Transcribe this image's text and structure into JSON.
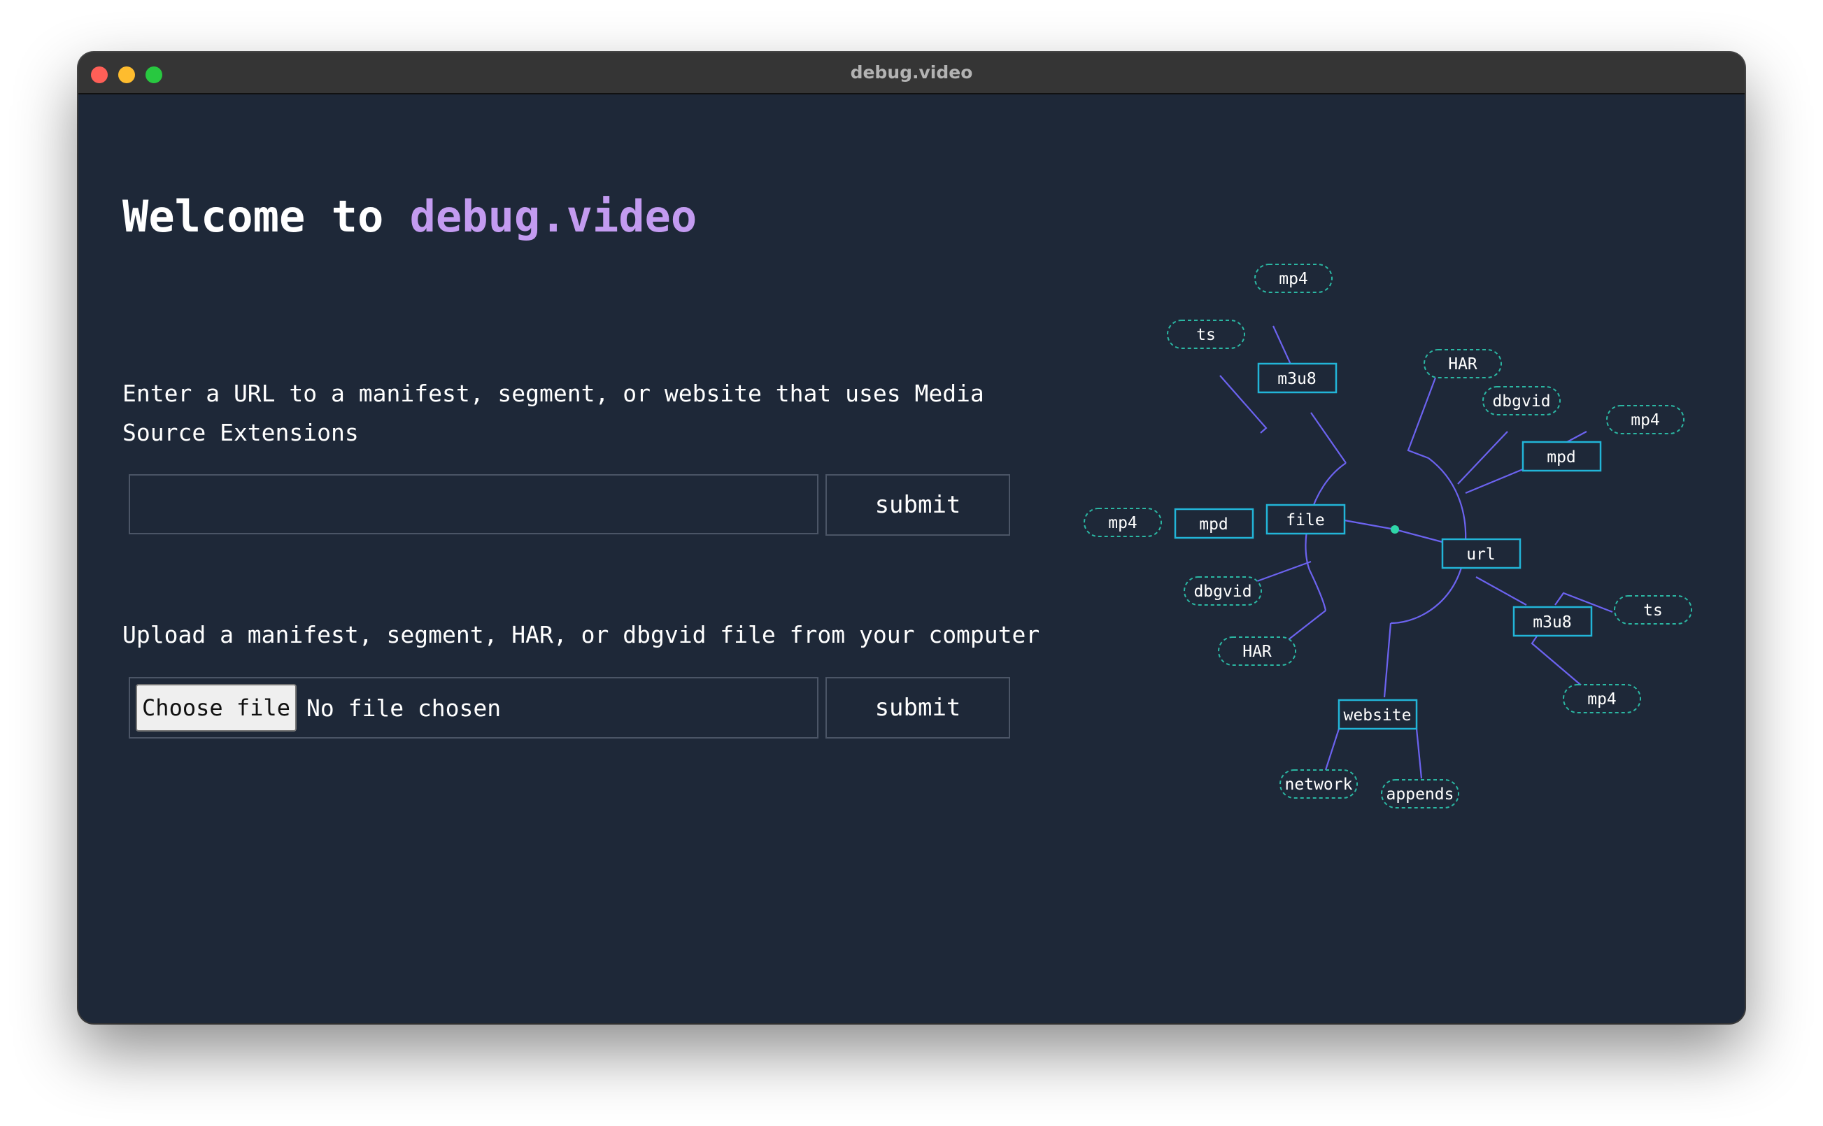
{
  "window": {
    "title": "debug.video"
  },
  "heading": {
    "prefix": "Welcome to ",
    "accent": "debug.video"
  },
  "url_section": {
    "description": "Enter a URL to a manifest, segment, or website that uses Media Source Extensions",
    "input_value": "",
    "submit_label": "submit"
  },
  "file_section": {
    "description": "Upload a manifest, segment, HAR, or dbgvid file from your computer",
    "choose_label": "Choose file",
    "status": "No file chosen",
    "submit_label": "submit"
  },
  "colors": {
    "background": "#1e2838",
    "accent": "#c39bf0",
    "edge": "#6c63f0",
    "node_border": "#22b5d8",
    "leaf_border": "#2bb7a3",
    "root_dot": "#2fd6a8"
  },
  "graph": {
    "nodes": {
      "file": "file",
      "url": "url",
      "website": "website",
      "file_mpd": "mpd",
      "file_mpd_mp4": "mp4",
      "file_m3u8": "m3u8",
      "file_m3u8_mp4": "mp4",
      "file_m3u8_ts": "ts",
      "file_dbgvid": "dbgvid",
      "file_har": "HAR",
      "url_har": "HAR",
      "url_dbgvid": "dbgvid",
      "url_mpd": "mpd",
      "url_mpd_mp4": "mp4",
      "url_m3u8": "m3u8",
      "url_m3u8_ts": "ts",
      "url_m3u8_mp4": "mp4",
      "website_network": "network",
      "website_appends": "appends"
    }
  }
}
